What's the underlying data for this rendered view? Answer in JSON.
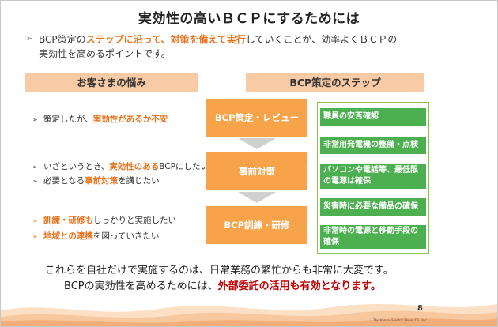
{
  "title": "実効性の高いＢＣＰにするためには",
  "intro": {
    "p1": "BCP策定の",
    "h1": "ステップに沿って、対策を備えて実行",
    "p2": "していくことが、効率よくＢＣＰの",
    "line2": "実効性を高めるポイントです。"
  },
  "headers": {
    "left": "お客さまの悩み",
    "right": "BCP策定のステップ"
  },
  "concerns": [
    {
      "pre": "策定したが、",
      "hl": "実効性があるか不安",
      "post": ""
    },
    {
      "pre": "いざというとき、",
      "hl": "実効性のある",
      "post": "BCPにしたい"
    },
    {
      "pre": "必要となる",
      "hl": "事前対策",
      "post": "を講じたい"
    },
    {
      "pre": "",
      "hl": "訓練・研修も",
      "post": "しっかりと実施したい"
    },
    {
      "pre": "",
      "hl": "地域との連携",
      "post": "を図っていきたい"
    }
  ],
  "steps": [
    "BCP策定・レビュー",
    "事前対策",
    "BCP訓練・研修"
  ],
  "measures": [
    "職員の安否確認",
    "非常用発電機の整備・点検",
    "パソコンや電話等、最低限の電源は確保",
    "災害時に必要な備品の確保",
    "非常時の電源と移動手段の確保"
  ],
  "closing": {
    "line1": "これらを自社だけで実施するのは、日常業務の繁忙からも非常に大変です。",
    "line2_pre": "BCPの実効性を高めるためには、",
    "line2_hl": "外部委託の活用も有効となります。"
  },
  "page_number": "8",
  "footer": "The Kansai Electric Power Co., Inc.",
  "colors": {
    "accent": "#e8721c",
    "emphasis": "#c00000",
    "step_box": "#f6a34a",
    "measure_box": "#4caf50",
    "header_band": "#f8cba5"
  }
}
